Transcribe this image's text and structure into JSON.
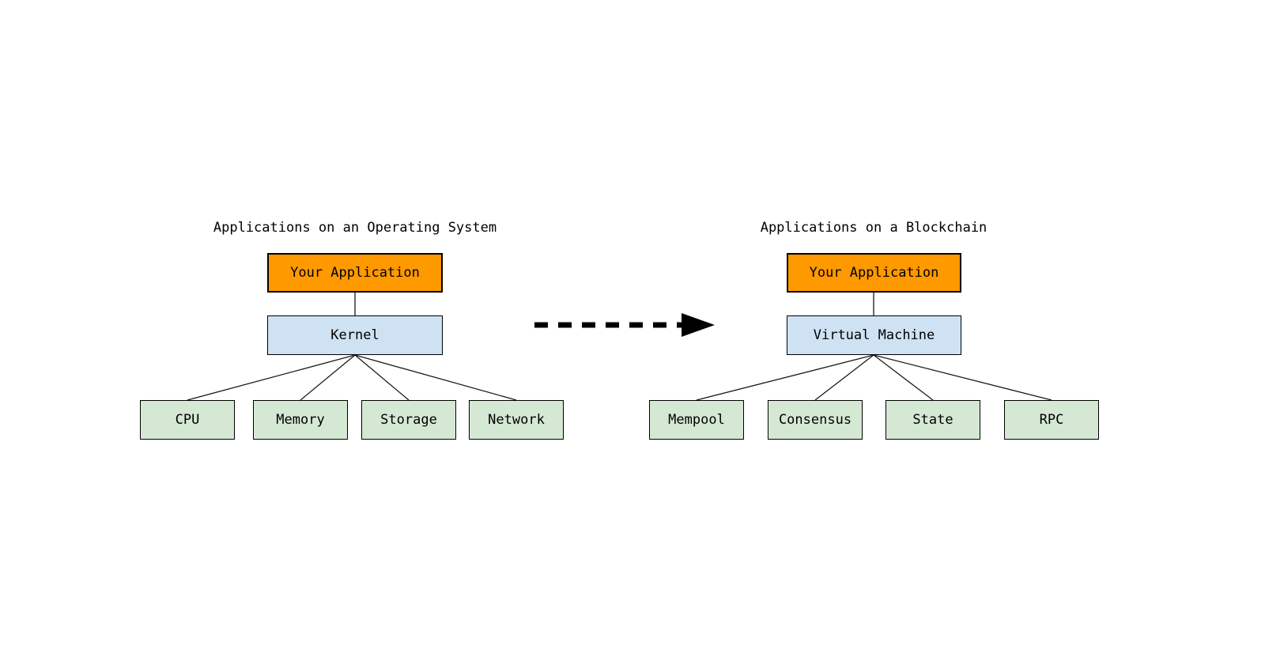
{
  "colors": {
    "background": "#ffffff",
    "text": "#000000",
    "app_box_fill": "#ff9900",
    "app_box_border": "#000000",
    "system_box_fill": "#cfe2f3",
    "system_box_border": "#000000",
    "child_box_fill": "#d5e8d4",
    "child_box_border": "#000000",
    "connector": "#1a1a1a",
    "arrow": "#000000"
  },
  "left_diagram": {
    "title": "Applications on an Operating System",
    "application_box": "Your Application",
    "system_box": "Kernel",
    "children": [
      "CPU",
      "Memory",
      "Storage",
      "Network"
    ]
  },
  "right_diagram": {
    "title": "Applications on a Blockchain",
    "application_box": "Your Application",
    "system_box": "Virtual Machine",
    "children": [
      "Mempool",
      "Consensus",
      "State",
      "RPC"
    ]
  },
  "arrow": {
    "style": "dashed",
    "direction": "right"
  }
}
